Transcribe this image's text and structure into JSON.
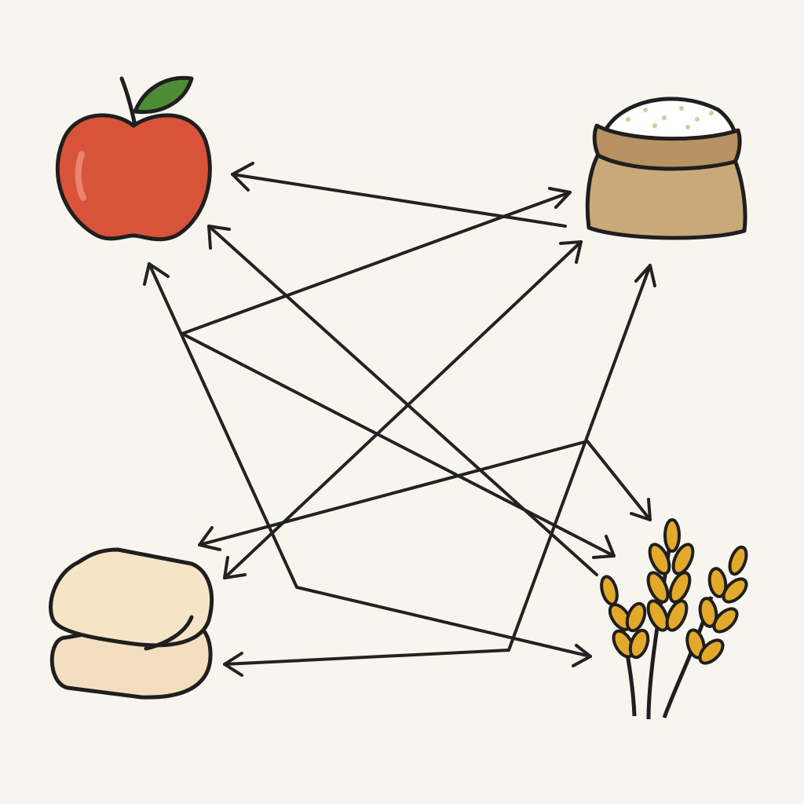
{
  "diagram": {
    "background_color": "#f8f5ee",
    "line_color": "#222222",
    "nodes": [
      {
        "id": "apple",
        "icon": "apple-icon",
        "color": "#d9533b"
      },
      {
        "id": "flour-sack",
        "icon": "flour-sack-icon",
        "color": "#c9a87a"
      },
      {
        "id": "dough",
        "icon": "dough-stack-icon",
        "color": "#f3dfbf"
      },
      {
        "id": "wheat",
        "icon": "wheat-icon",
        "color": "#e3a92a"
      }
    ],
    "connections": [
      {
        "from": "flour-sack",
        "to": "apple"
      },
      {
        "from": "dough",
        "to": "flour-sack"
      },
      {
        "from": "wheat",
        "to": "apple"
      },
      {
        "from": "dough",
        "to": "wheat"
      },
      {
        "from": "flour-sack",
        "to": "dough"
      },
      {
        "from": "wheat",
        "to": "apple"
      },
      {
        "from": "wheat",
        "to": "dough"
      },
      {
        "from": "dough",
        "to": "wheat"
      },
      {
        "from": "wheat",
        "to": "flour-sack"
      },
      {
        "from": "wheat",
        "to": "dough"
      }
    ]
  }
}
